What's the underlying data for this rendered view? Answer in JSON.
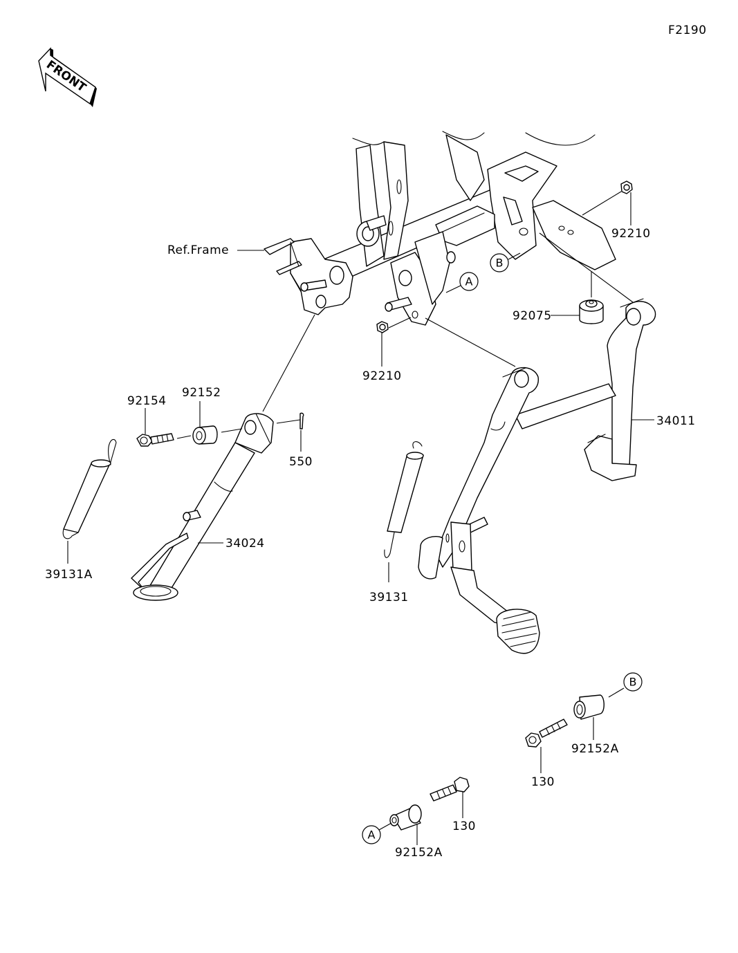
{
  "diagram": {
    "figure_code": "F2190",
    "front_indicator": "FRONT",
    "ref_frame_label": "Ref.Frame",
    "reference_markers": {
      "a": "A",
      "b": "B"
    },
    "parts": {
      "nut_top_right": "92210",
      "nut_center": "92210",
      "damper": "92075",
      "center_stand": "34011",
      "bolt_side_stand": "92154",
      "collar_side_stand": "92152",
      "cotter_pin": "550",
      "side_stand": "34024",
      "spring_side_stand": "39131A",
      "spring_center_stand": "39131",
      "collar_b": "92152A",
      "bolt_b": "130",
      "bolt_a": "130",
      "collar_a": "92152A"
    }
  }
}
